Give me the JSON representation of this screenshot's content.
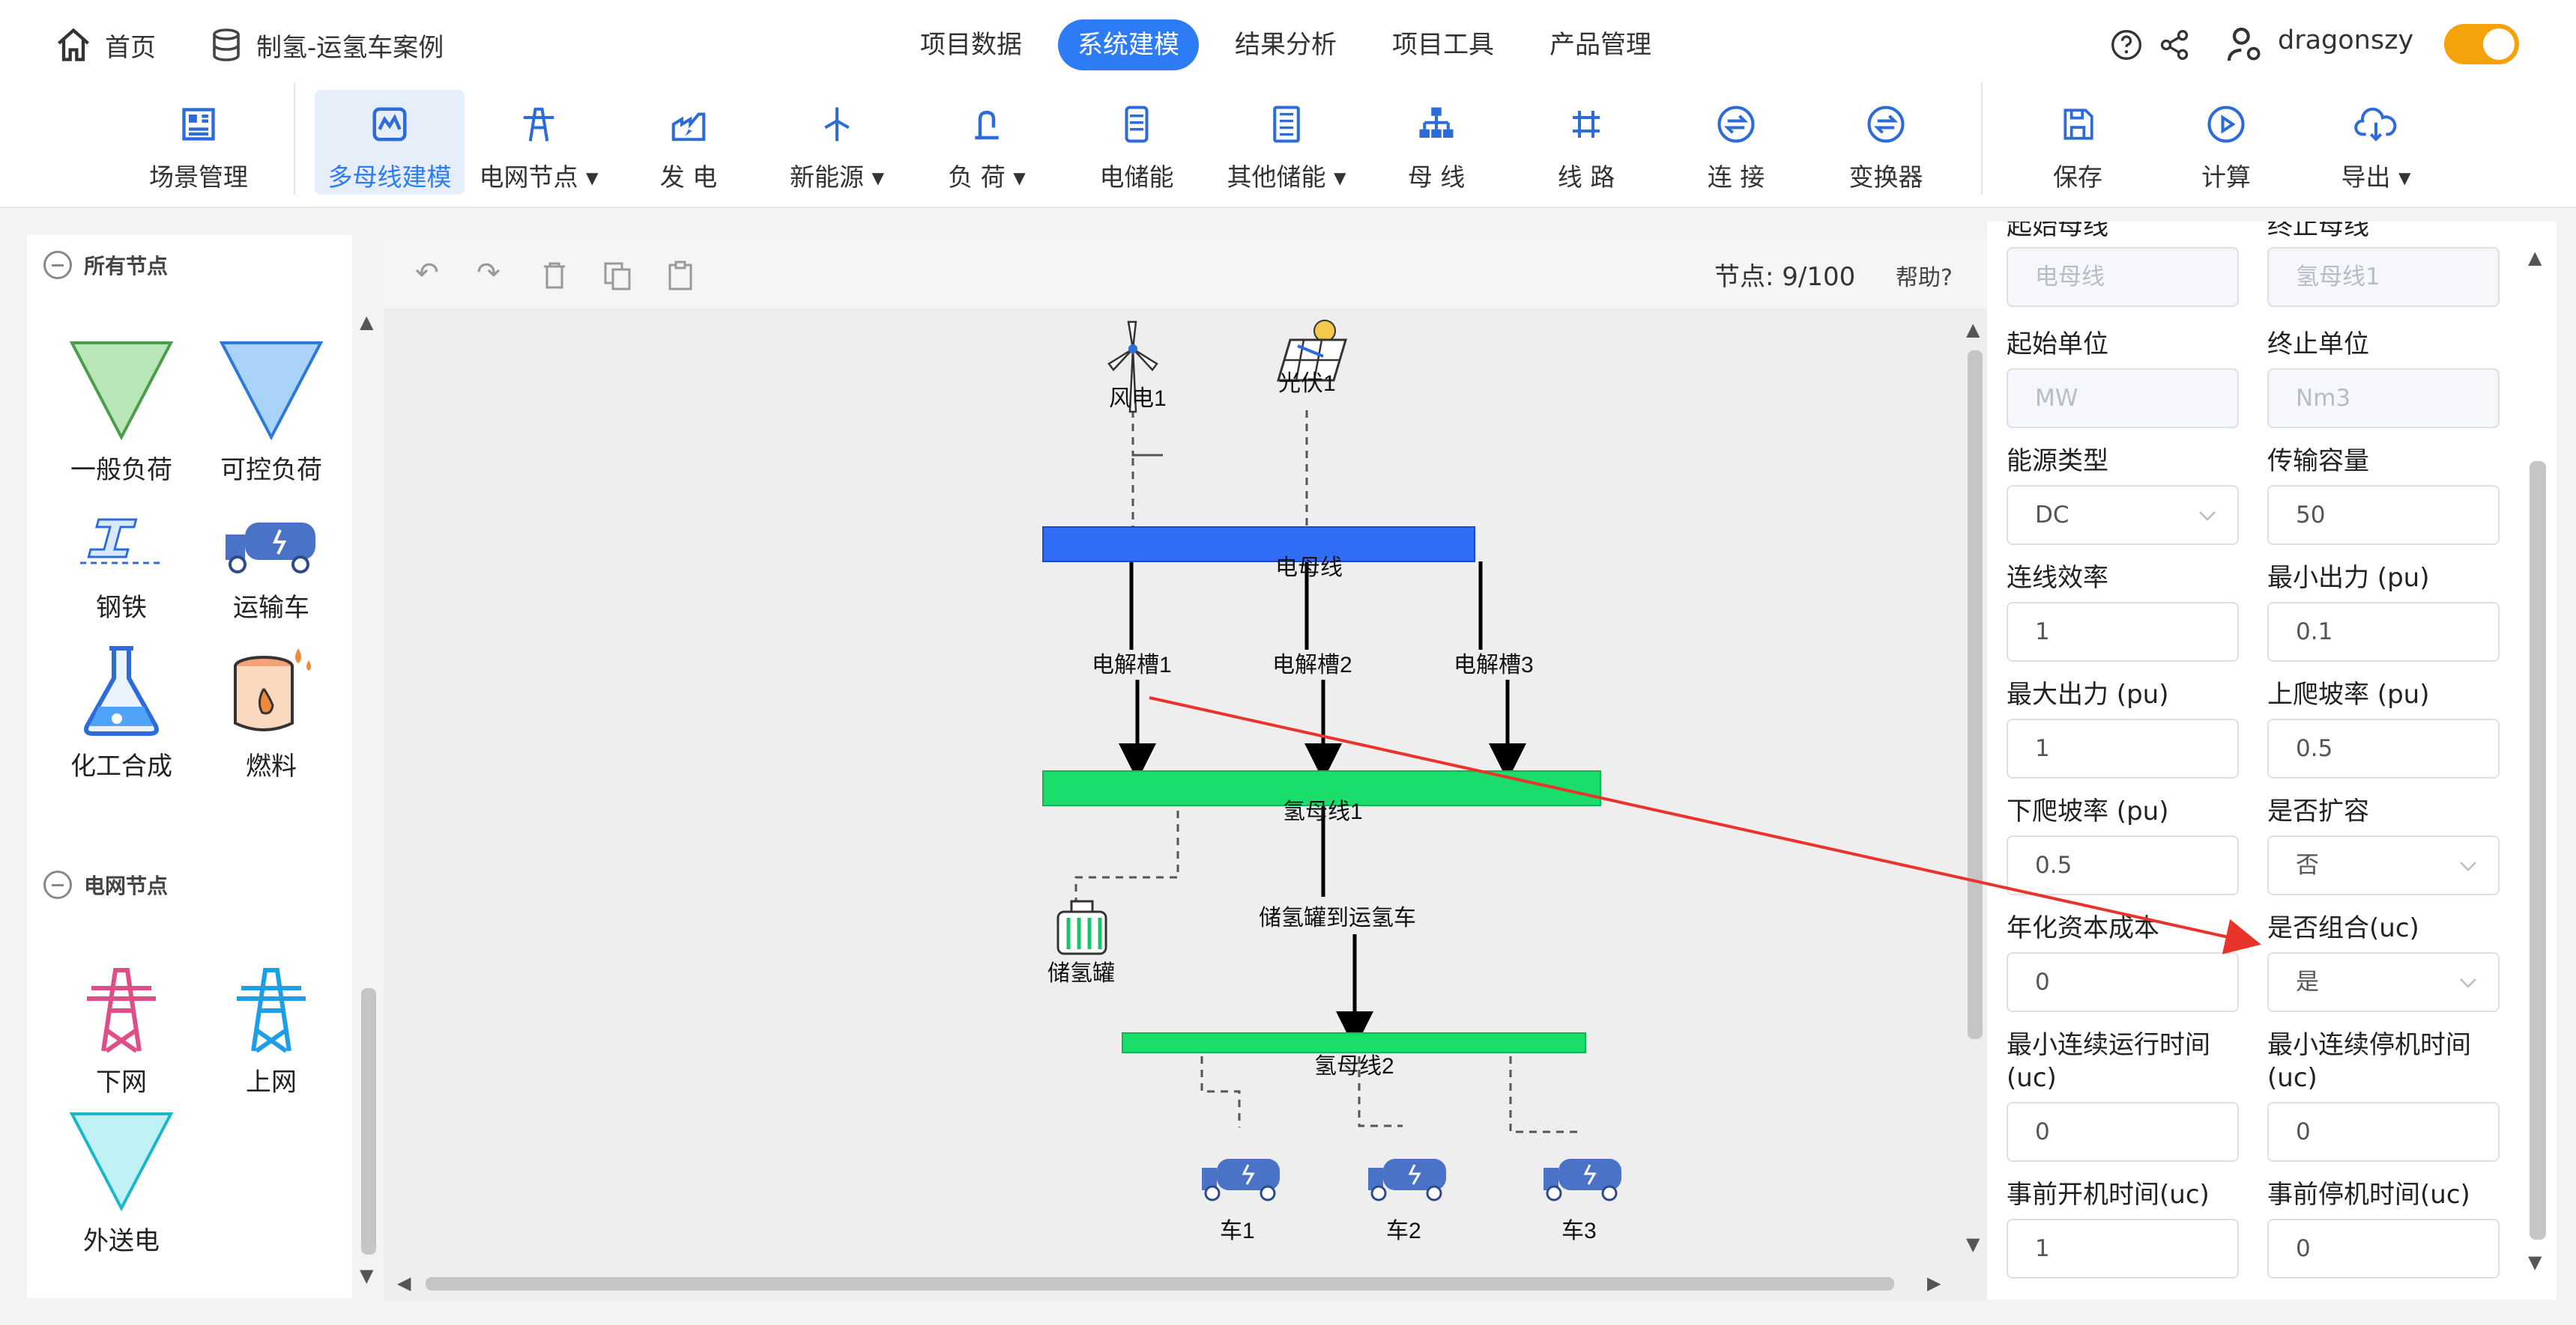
{
  "header": {
    "home_label": "首页",
    "project_label": "制氢-运氢车案例",
    "tabs": [
      {
        "label": "项目数据"
      },
      {
        "label": "系统建模"
      },
      {
        "label": "结果分析"
      },
      {
        "label": "项目工具"
      },
      {
        "label": "产品管理"
      }
    ],
    "active_tab": "系统建模",
    "username": "dragonszy"
  },
  "toolbar": {
    "items": [
      {
        "label": "场景管理",
        "icon": "grid-icon"
      },
      {
        "label": "多母线建模",
        "icon": "multibus-icon"
      },
      {
        "label": "电网节点",
        "icon": "tower-icon"
      },
      {
        "label": "发 电",
        "icon": "factory-icon"
      },
      {
        "label": "新能源",
        "icon": "wind-icon"
      },
      {
        "label": "负 荷",
        "icon": "load-icon"
      },
      {
        "label": "电储能",
        "icon": "battery-icon"
      },
      {
        "label": "其他储能",
        "icon": "storage-icon"
      },
      {
        "label": "母 线",
        "icon": "bus-icon"
      },
      {
        "label": "线 路",
        "icon": "line-icon"
      },
      {
        "label": "连 接",
        "icon": "connect-icon"
      },
      {
        "label": "变换器",
        "icon": "converter-icon"
      },
      {
        "label": "保存",
        "icon": "save-icon"
      },
      {
        "label": "计算",
        "icon": "play-icon"
      },
      {
        "label": "导出",
        "icon": "cloud-download-icon"
      }
    ],
    "active": "多母线建模"
  },
  "left_panel": {
    "section_all": "所有节点",
    "nodes_all": [
      {
        "label": "一般负荷"
      },
      {
        "label": "可控负荷"
      },
      {
        "label": "钢铁"
      },
      {
        "label": "运输车"
      },
      {
        "label": "化工合成"
      },
      {
        "label": "燃料"
      }
    ],
    "section_grid": "电网节点",
    "nodes_grid": [
      {
        "label": "下网"
      },
      {
        "label": "上网"
      },
      {
        "label": "外送电"
      }
    ]
  },
  "canvas": {
    "node_count_label": "节点: 9/100",
    "help_label": "帮助?",
    "labels": {
      "wind": "风电1",
      "pv": "光伏1",
      "elec_bus": "电母线",
      "el1": "电解槽1",
      "el2": "电解槽2",
      "el3": "电解槽3",
      "h2bus1": "氢母线1",
      "tank": "储氢罐",
      "tank_link": "储氢罐到运氢车",
      "h2bus2": "氢母线2",
      "car1": "车1",
      "car2": "车2",
      "car3": "车3"
    },
    "colors": {
      "elec_bus": "#2f6df4",
      "h2_bus": "#19de6b",
      "arrow": "#e8342a"
    }
  },
  "properties": {
    "partial_labels": {
      "start_bus": "起始母线",
      "end_bus": "终止母线"
    },
    "fields": [
      {
        "label": "",
        "value": "电母线",
        "type": "disabled"
      },
      {
        "label": "",
        "value": "氢母线1",
        "type": "disabled"
      },
      {
        "label": "起始单位",
        "value": "MW",
        "type": "disabled"
      },
      {
        "label": "终止单位",
        "value": "Nm3",
        "type": "disabled"
      },
      {
        "label": "能源类型",
        "value": "DC",
        "type": "select"
      },
      {
        "label": "传输容量",
        "value": "50",
        "type": "input"
      },
      {
        "label": "连线效率",
        "value": "1",
        "type": "input"
      },
      {
        "label": "最小出力 (pu)",
        "value": "0.1",
        "type": "input"
      },
      {
        "label": "最大出力 (pu)",
        "value": "1",
        "type": "input"
      },
      {
        "label": "上爬坡率 (pu)",
        "value": "0.5",
        "type": "input"
      },
      {
        "label": "下爬坡率 (pu)",
        "value": "0.5",
        "type": "input"
      },
      {
        "label": "是否扩容",
        "value": "否",
        "type": "select"
      },
      {
        "label": "年化资本成本",
        "value": "0",
        "type": "input"
      },
      {
        "label": "是否组合(uc)",
        "value": "是",
        "type": "select"
      },
      {
        "label": "最小连续运行时间(uc)",
        "value": "0",
        "type": "input"
      },
      {
        "label": "最小连续停机时间(uc)",
        "value": "0",
        "type": "input"
      },
      {
        "label": "事前开机时间(uc)",
        "value": "1",
        "type": "input"
      },
      {
        "label": "事前停机时间(uc)",
        "value": "0",
        "type": "input"
      }
    ]
  }
}
